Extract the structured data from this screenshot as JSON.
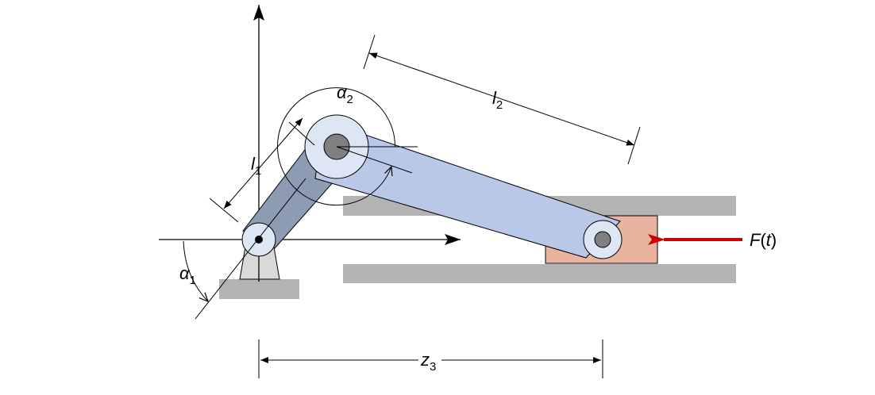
{
  "labels": {
    "alpha2": {
      "sym": "α",
      "sub": "2"
    },
    "l2": {
      "sym": "l",
      "sub": "2"
    },
    "l1": {
      "sym": "l",
      "sub": "1"
    },
    "alpha1": {
      "sym": "α",
      "sub": "1"
    },
    "z3": {
      "sym": "z",
      "sub": "3"
    },
    "force": {
      "sym": "F",
      "open": "(",
      "arg": "t",
      "close": ")"
    }
  },
  "colors": {
    "crank_link": "#8e9cb3",
    "coupler_link": "#b8c8e6",
    "slider_block": "#e8b4a0",
    "guide_rail": "#b3b3b3",
    "ground_support": "#d9d9d9",
    "joint_outer": "#dde6f4",
    "pin": "#808080",
    "force_arrow": "#cc0000",
    "lines": "#000000"
  }
}
